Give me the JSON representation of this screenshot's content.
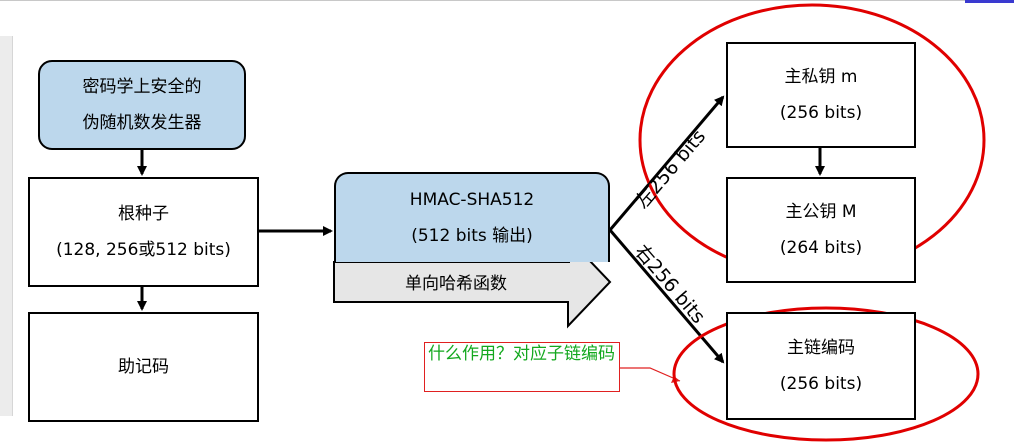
{
  "nodes": {
    "rng": {
      "line1": "密码学上安全的",
      "line2": "伪随机数发生器"
    },
    "seed": {
      "line1": "根种子",
      "line2": "(128, 256或512 bits)"
    },
    "mnemonic": {
      "label": "助记码"
    },
    "hmac": {
      "line1": "HMAC-SHA512",
      "line2": "(512 bits 输出)",
      "arrow_label": "单向哈希函数"
    },
    "priv": {
      "line1": "主私钥 m",
      "line2": "(256 bits)"
    },
    "pub": {
      "line1": "主公钥 M",
      "line2": "(264 bits)"
    },
    "chain": {
      "line1": "主链编码",
      "line2": "(256 bits)"
    }
  },
  "edge_labels": {
    "left256": "左256 bits",
    "right256": "右256 bits"
  },
  "annotation": {
    "text": "什么作用？对应子链编码"
  },
  "colors": {
    "box_fill": "#bcd7ec",
    "ellipse": "#e00000",
    "note_text": "#13a81e",
    "arrow_body": "#e6e6e6"
  }
}
